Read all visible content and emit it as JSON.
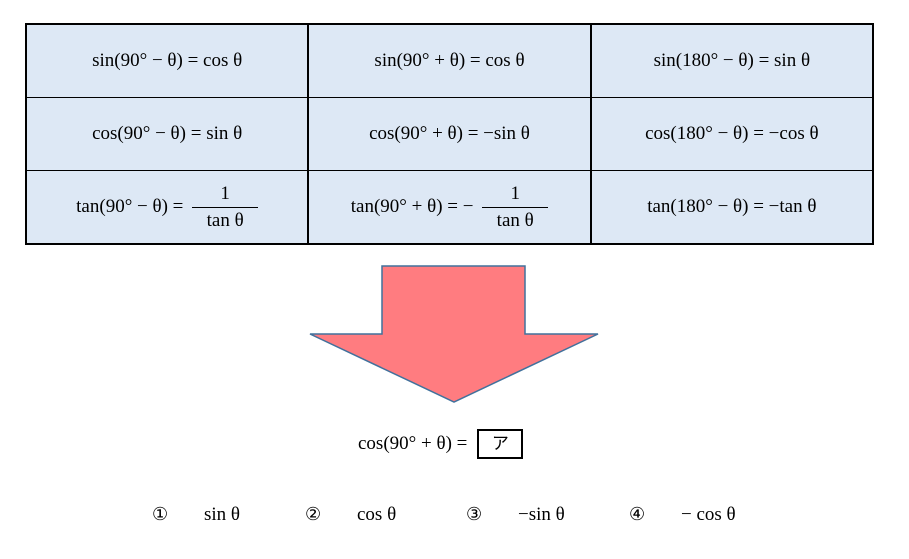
{
  "table": {
    "rows": [
      [
        "sin(90° − θ) = cos θ",
        "sin(90° + θ) = cos θ",
        "sin(180° − θ) = sin θ"
      ],
      [
        "cos(90° − θ) = sin θ",
        "cos(90° + θ) = −sin θ",
        "cos(180° − θ) = −cos θ"
      ]
    ],
    "tan_row": {
      "c1_lhs": "tan(90° − θ) =",
      "c1_num": "1",
      "c1_den": "tan θ",
      "c2_lhs": "tan(90° + θ) = −",
      "c2_num": "1",
      "c2_den": "tan θ",
      "c3": "tan(180° − θ) = −tan θ"
    }
  },
  "arrow": {
    "fill": "#ff7c80",
    "stroke": "#41719c",
    "direction": "down"
  },
  "question": {
    "lhs": "cos(90° + θ) =",
    "blank": "ア"
  },
  "choices": [
    {
      "num": "①",
      "text": "sin θ"
    },
    {
      "num": "②",
      "text": "cos θ"
    },
    {
      "num": "③",
      "text": "−sin θ"
    },
    {
      "num": "④",
      "text": "− cos θ"
    }
  ]
}
